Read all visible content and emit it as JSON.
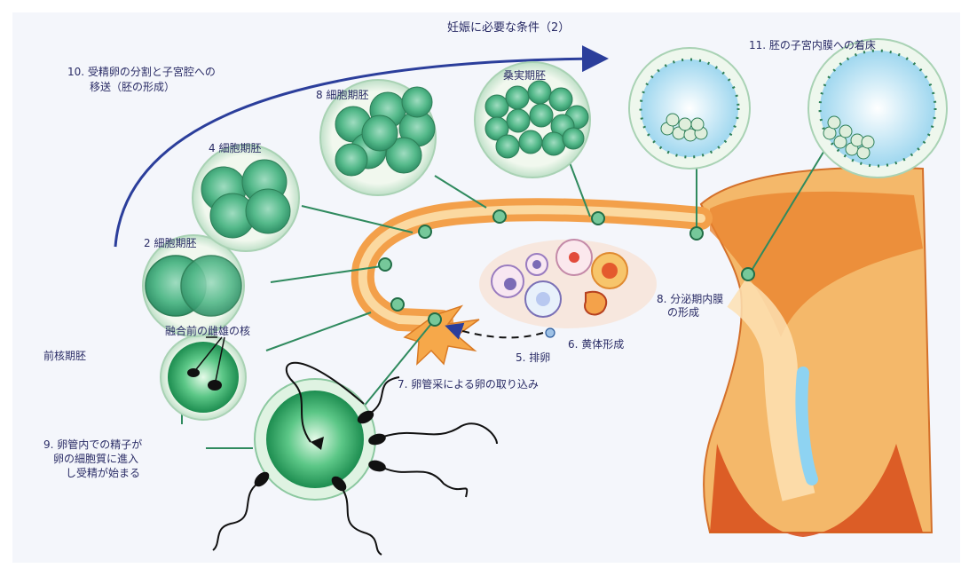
{
  "labels": {
    "title": "妊娠に必要な条件（2）",
    "cleavage_line1": "10. 受精卵の分割と子宮腔への",
    "cleavage_line2": "移送（胚の形成）",
    "eight_cell": "8 細胞期胚",
    "morula": "桑実期胚",
    "implantation": "11. 胚の子宮内膜への着床",
    "four_cell": "4 細胞期胚",
    "two_cell": "2 細胞期胚",
    "pronuclei": "融合前の雌雄の核",
    "pronuclear": "前核期胚",
    "secretory_line1": "8. 分泌期内膜",
    "secretory_line2": "の形成",
    "corpus_luteum": "6. 黄体形成",
    "ovulation": "5. 排卵",
    "pickup": "7. 卵管采による卵の取り込み",
    "fertilization_line1": "9. 卵管内での精子が",
    "fertilization_line2": "卵の細胞質に進入",
    "fertilization_line3": "し受精が始まる"
  }
}
